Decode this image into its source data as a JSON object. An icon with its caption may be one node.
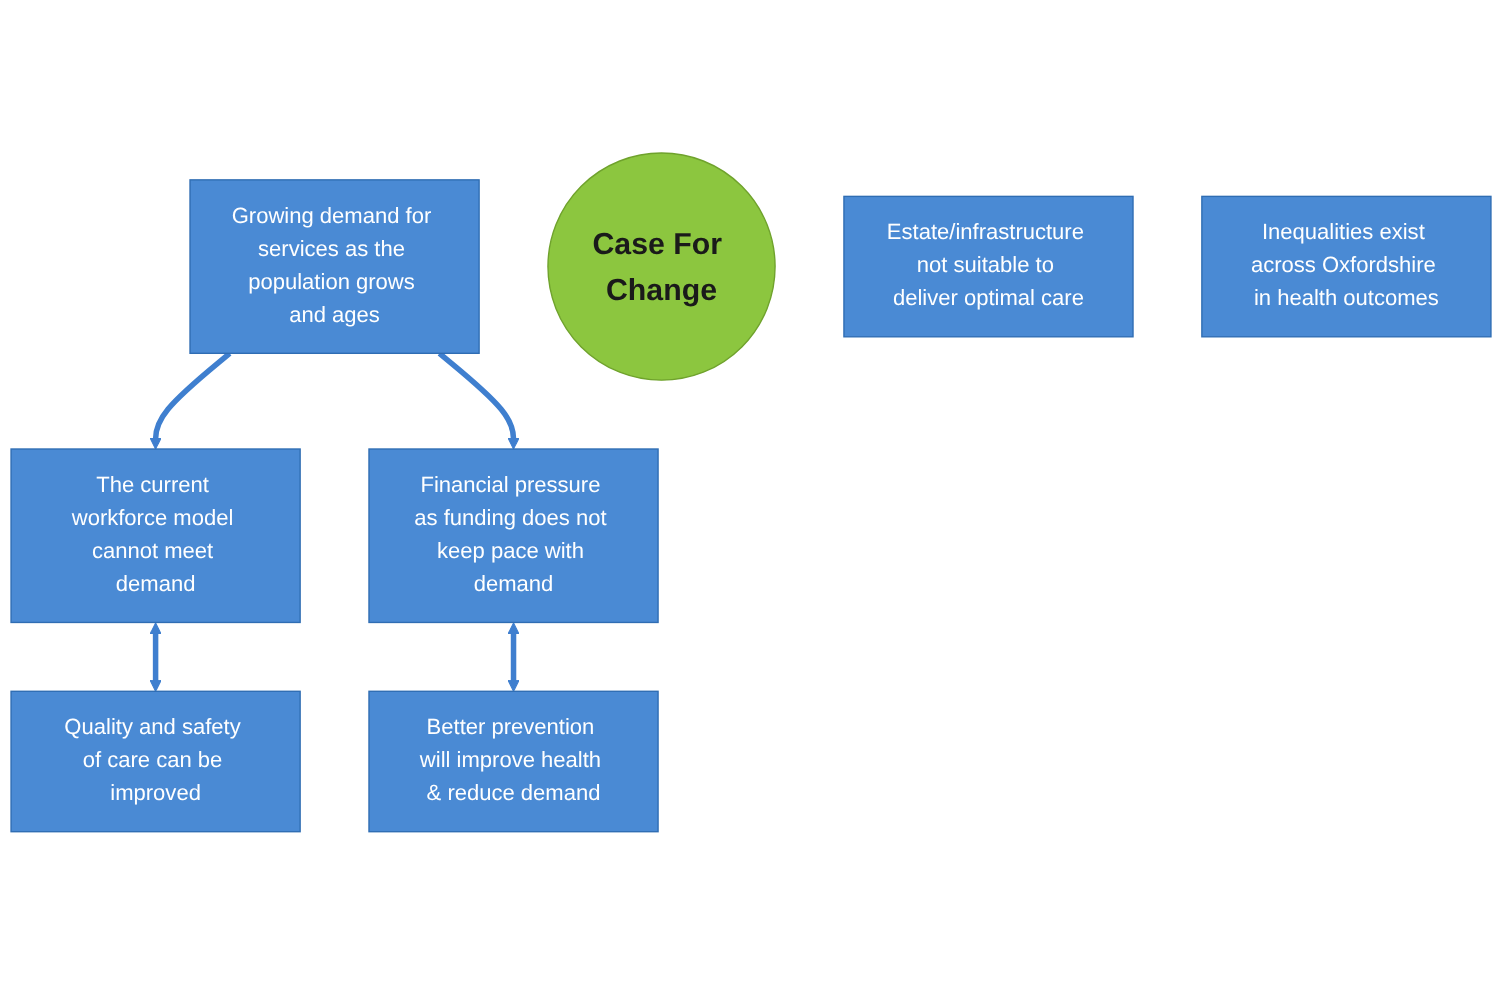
{
  "diagram": {
    "nodes": [
      {
        "text": [
          "The current workforce model cannot meet demand"
        ]
      },
      {
        "text": [
          "Growing demand for services as the population grows and ages"
        ]
      },
      {
        "text": [
          "Financial pressure as funding does not keep pace with demand"
        ]
      },
      {
        "text": [
          "Case For Change"
        ]
      },
      {
        "text": [
          "Quality and safety of care can be improved"
        ]
      },
      {
        "text": [
          "Better prevention will improve health & reduce demand"
        ]
      },
      {
        "text": [
          "Estate/infrastructure not suitable to deliver optimal care"
        ]
      },
      {
        "text": [
          "Inequalities exist across Oxfordshire in health outcomes"
        ]
      }
    ],
    "edges": [
      {
        "from": 1,
        "to": 0,
        "arrow": "to"
      },
      {
        "from": 1,
        "to": 2,
        "arrow": "to"
      },
      {
        "from": 0,
        "to": 4,
        "arrow": "both"
      },
      {
        "from": 2,
        "to": 5,
        "arrow": "both"
      }
    ]
  }
}
